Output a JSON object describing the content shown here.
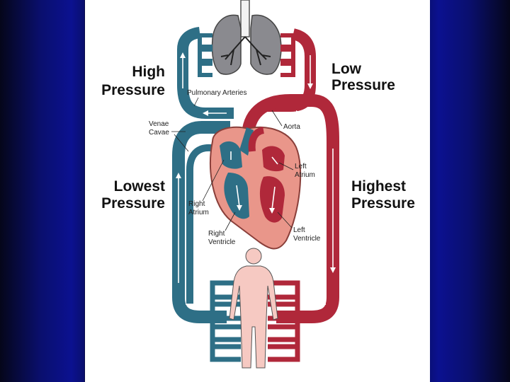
{
  "labels": {
    "high_pressure": [
      "High",
      "Pressure"
    ],
    "low_pressure": [
      "Low",
      "Pressure"
    ],
    "lowest_pressure": [
      "Lowest",
      "Pressure"
    ],
    "highest_pressure": [
      "Highest",
      "Pressure"
    ],
    "pulmonary_arteries": "Pulmonary Arteries",
    "venae_cavae": [
      "Venae",
      "Cavae"
    ],
    "aorta": "Aorta",
    "left_atrium": [
      "Left",
      "Atrium"
    ],
    "right_atrium": [
      "Right",
      "Atrium"
    ],
    "right_ventricle": [
      "Right",
      "Ventricle"
    ],
    "left_ventricle": [
      "Left",
      "Ventricle"
    ]
  },
  "colors": {
    "deoxygenated": "#2e6f86",
    "oxygenated": "#b0283a",
    "heart_tissue": "#e9968a",
    "lungs": "#8a8a8f",
    "body": "#f6c9c2"
  }
}
